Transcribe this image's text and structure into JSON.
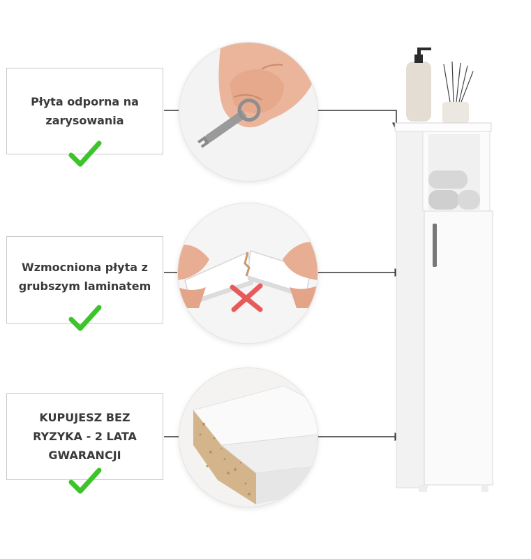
{
  "features": [
    {
      "id": "scratch",
      "label": "Płyta odporna na\nzarysowania",
      "illustration": "key-scratch-hand"
    },
    {
      "id": "laminate",
      "label": "Wzmocniona płyta z\ngrubszym laminatem",
      "illustration": "breaking-board-hands"
    },
    {
      "id": "warranty",
      "label": "KUPUJESZ BEZ\nRYZYKA - 2 LATA\nGWARANCJI",
      "illustration": "board-edge-cross-section"
    }
  ],
  "icons": {
    "check": "check-mark-icon",
    "cross": "cross-mark-icon"
  },
  "colors": {
    "check": "#3cc42a",
    "cross": "#e85a5a",
    "text": "#3a3a3a",
    "border": "#c9c9c9",
    "connector": "#333333",
    "cabinet": "#f7f7f7"
  }
}
